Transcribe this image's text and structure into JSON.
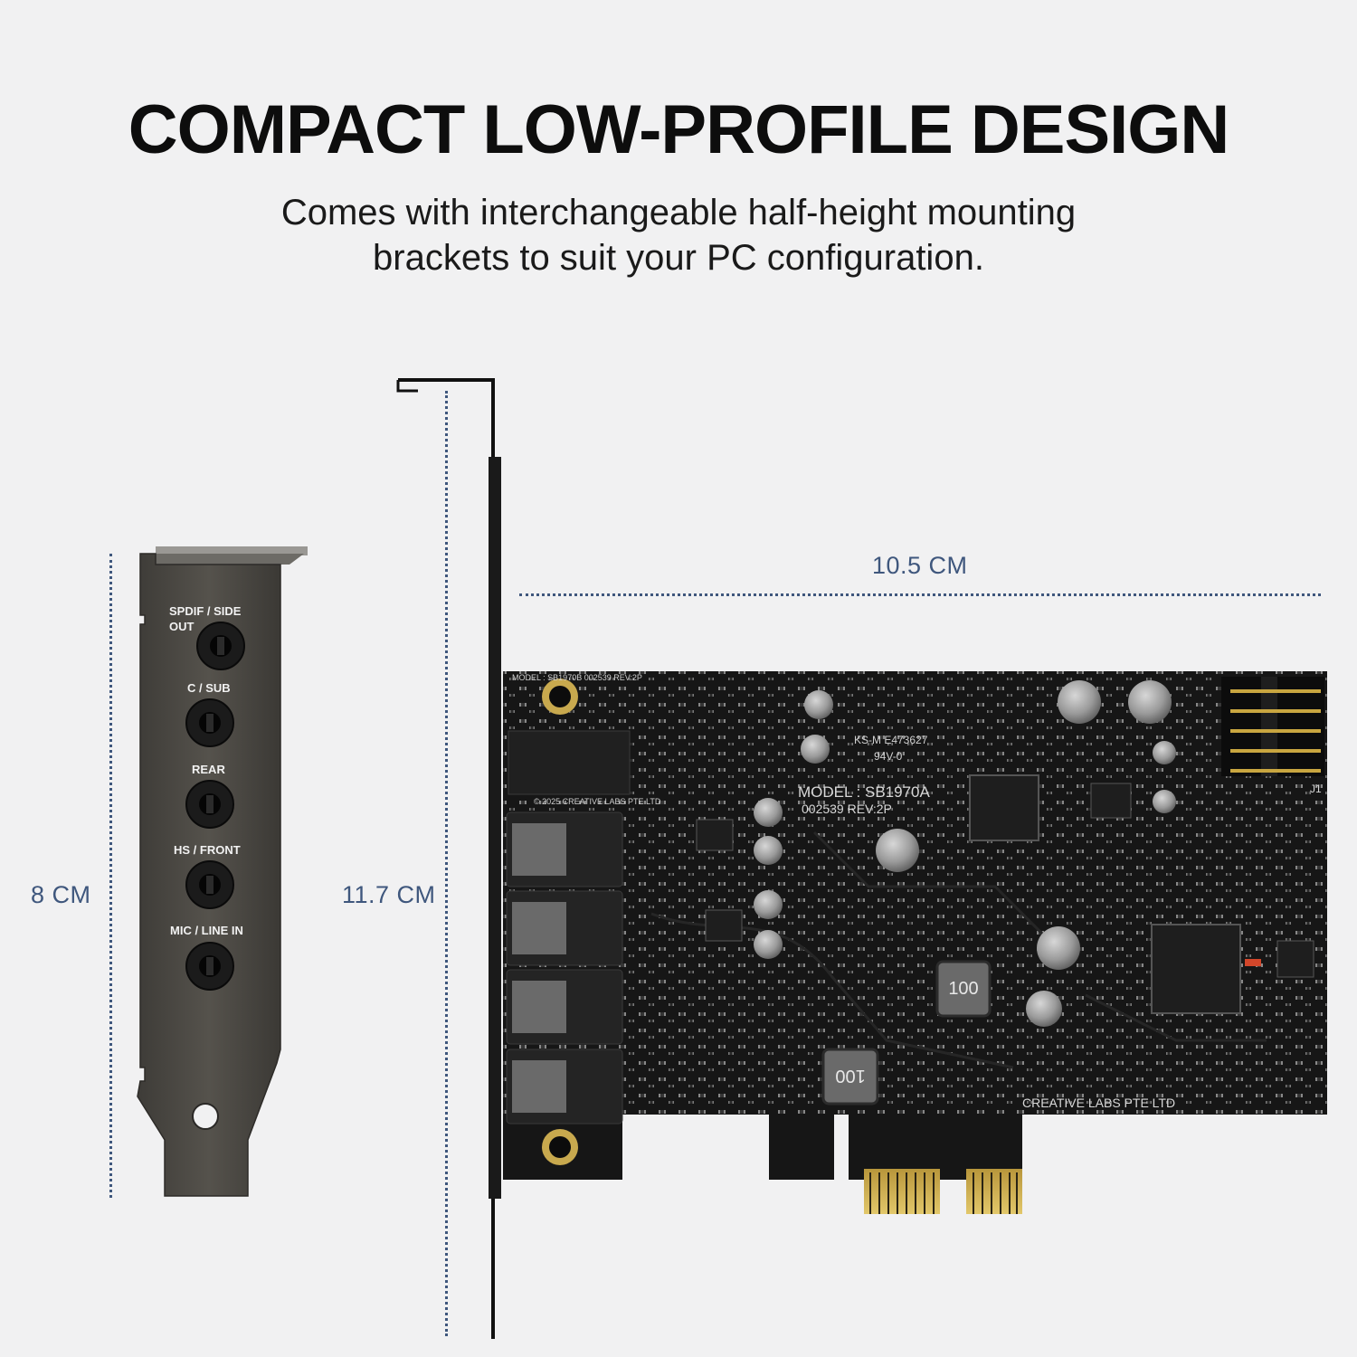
{
  "header": {
    "title": "COMPACT LOW-PROFILE DESIGN",
    "subtitle_line1": "Comes with interchangeable half-height mounting",
    "subtitle_line2": "brackets to suit your PC configuration."
  },
  "dimensions": {
    "bracket_height": "8 CM",
    "card_height": "11.7 CM",
    "card_width": "10.5 CM"
  },
  "bracket_ports": [
    {
      "label_line1": "SPDIF / SIDE",
      "label_line2": "OUT"
    },
    {
      "label_line1": "C / SUB"
    },
    {
      "label_line1": "REAR"
    },
    {
      "label_line1": "HS / FRONT"
    },
    {
      "label_line1": "MIC / LINE IN"
    }
  ],
  "pcb_silkscreen": {
    "model_top": "MODEL : SB1970B  002539  REV:2P",
    "model_main": "MODEL : SB1970A",
    "serial": "002539   REV:2P",
    "cert": "KS-M E473627",
    "rating": "94V-0",
    "copyright": "© 2025 CREATIVE LABS PTE LTD",
    "maker": "CREATIVE LABS PTE LTD",
    "inductor": "100",
    "header_label": "J1"
  },
  "colors": {
    "background": "#f1f1f2",
    "dimension_text": "#3f577d",
    "pcb": "#161616",
    "bracket": "#4a4843"
  }
}
